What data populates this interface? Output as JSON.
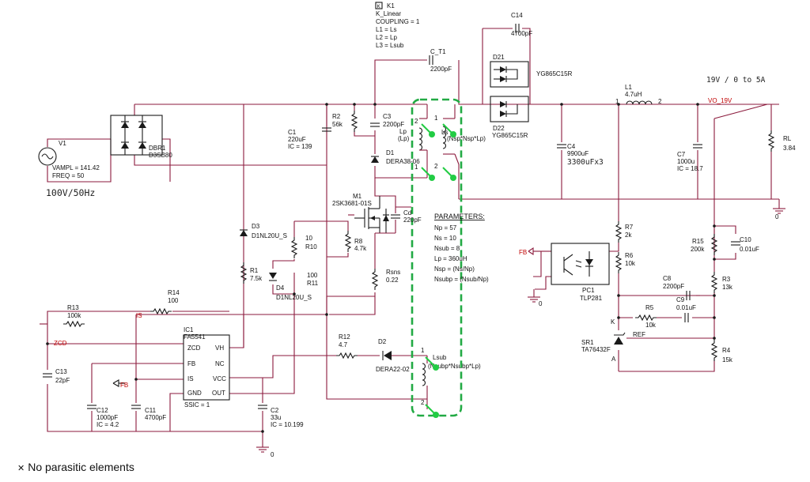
{
  "k1": {
    "name": "K1",
    "model": "K_Linear",
    "coupling": "COUPLING = 1",
    "l1": "L1 = Ls",
    "l2": "L2 = Lp",
    "l3": "L3 = Lsub"
  },
  "c14": {
    "name": "C14",
    "value": "4700pF"
  },
  "c_t1": {
    "name": "C_T1",
    "value": "2200pF"
  },
  "d21": {
    "name": "D21",
    "model": "YG865C15R"
  },
  "d22": {
    "name": "D22",
    "model": "YG865C15R"
  },
  "l1": {
    "name": "L1",
    "value": "4.7uH",
    "pin1": "1",
    "pin2": "2"
  },
  "output_spec": "19V / 0 to 5A",
  "vo_net": "VO_19V",
  "rl": {
    "name": "RL",
    "value": "3.84"
  },
  "r2": {
    "name": "R2",
    "value": "56k"
  },
  "c3": {
    "name": "C3",
    "value": "2200pF"
  },
  "lp": {
    "name": "Lp",
    "value": "(Lp)",
    "pin1": "2",
    "pin2": "1"
  },
  "ls": {
    "name": "Ls",
    "value": "(Nsp*Nsp*Lp)",
    "pin1": "1",
    "pin2": "2"
  },
  "c1": {
    "name": "C1",
    "value": "220uF",
    "ic": "IC = 139"
  },
  "d1": {
    "name": "D1",
    "model": "DERA38-06"
  },
  "c4": {
    "name": "C4",
    "value": "9900uF",
    "note": "3300uFx3"
  },
  "c7": {
    "name": "C7",
    "value": "1000u",
    "ic": "IC = 18.7"
  },
  "v1": {
    "name": "V1",
    "vampl": "VAMPL = 141.42",
    "freq": "FREQ = 50"
  },
  "dbr1": {
    "name": "DBR1",
    "model": "D3SB80"
  },
  "input_spec": "100V/50Hz",
  "m1": {
    "name": "M1",
    "model": "2SK3681-01S"
  },
  "cd": {
    "name": "Cd",
    "value": "220pF"
  },
  "params": {
    "title": "PARAMETERS:",
    "items": [
      "Np = 57",
      "Ns = 10",
      "Nsub = 8",
      "Lp = 360uH",
      "Nsp = (Ns/Np)",
      "Nsubp = (Nsub/Np)"
    ]
  },
  "d3": {
    "name": "D3",
    "model": "D1NL20U_S"
  },
  "r10": {
    "name": "R10",
    "value": "10"
  },
  "r8": {
    "name": "R8",
    "value": "4.7k"
  },
  "r1": {
    "name": "R1",
    "value": "7.5k"
  },
  "d4": {
    "name": "D4",
    "model": "D1NL20U_S"
  },
  "r11": {
    "name": "R11",
    "value": "100"
  },
  "rsns": {
    "name": "Rsns",
    "value": "0.22"
  },
  "r7": {
    "name": "R7",
    "value": "2k"
  },
  "r15": {
    "name": "R15",
    "value": "200k"
  },
  "c10": {
    "name": "C10",
    "value": "0.01uF"
  },
  "fb_net": "FB",
  "pc1": {
    "name": "PC1",
    "model": "TLP281"
  },
  "r6": {
    "name": "R6",
    "value": "10k"
  },
  "c8": {
    "name": "C8",
    "value": "2200pF"
  },
  "r3": {
    "name": "R3",
    "value": "13k"
  },
  "r14": {
    "name": "R14",
    "value": "100"
  },
  "r13": {
    "name": "R13",
    "value": "100k"
  },
  "is_net": "IS",
  "zcd_net": "ZCD",
  "ic1": {
    "name": "IC1",
    "model": "FA5541",
    "ssic": "SSIC = 1",
    "pins": {
      "zcd": "ZCD",
      "vh": "VH",
      "fb": "FB",
      "nc": "NC",
      "is": "IS",
      "vcc": "VCC",
      "gnd": "GND",
      "out": "OUT"
    }
  },
  "c13": {
    "name": "C13",
    "value": "22pF"
  },
  "c12": {
    "name": "C12",
    "value": "1000pF",
    "ic": "IC = 4.2"
  },
  "c11": {
    "name": "C11",
    "value": "4700pF"
  },
  "r12": {
    "name": "R12",
    "value": "4.7"
  },
  "d2": {
    "name": "D2",
    "model": "DERA22-02"
  },
  "lsub": {
    "name": "Lsub",
    "value": "(Nsubp*Nsubp*Lp)",
    "pin1": "1",
    "pin2": "2"
  },
  "c2": {
    "name": "C2",
    "value": "33u",
    "ic": "IC = 10.199"
  },
  "c9": {
    "name": "C9",
    "value": "0.01uF"
  },
  "r5": {
    "name": "R5",
    "value": "10k"
  },
  "sr1": {
    "name": "SR1",
    "model": "TA76432F",
    "k": "K",
    "a": "A",
    "ref": "REF"
  },
  "r4": {
    "name": "R4",
    "value": "15k"
  },
  "ground": "0",
  "footnote": "No parasitic elements"
}
